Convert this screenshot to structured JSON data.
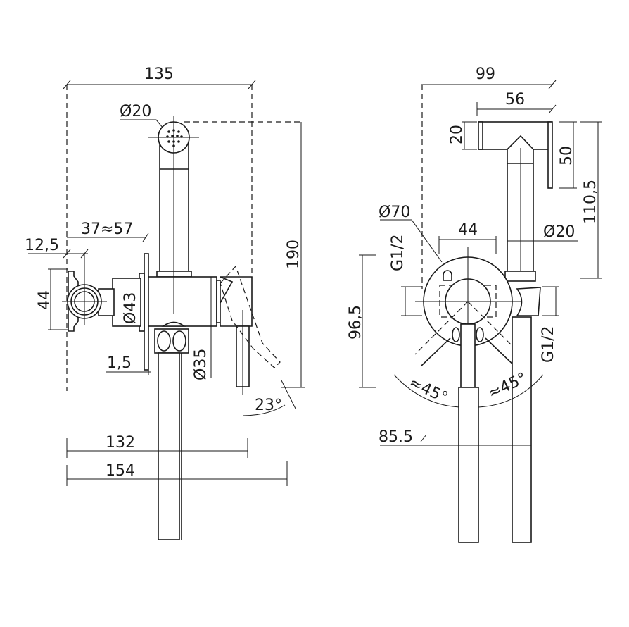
{
  "side_view": {
    "dims": {
      "width_total": "135",
      "head_diameter": "Ø20",
      "body_depth": "37≈57",
      "offset": "12,5",
      "connector_height": "44",
      "body_diameter": "Ø43",
      "plate_thickness": "1,5",
      "collar_diameter": "Ø35",
      "height": "190",
      "lever_angle": "23°",
      "depth_132": "132",
      "depth_154": "154"
    }
  },
  "front_view": {
    "dims": {
      "width_total": "99",
      "head_length": "56",
      "head_height": "20",
      "holder_height": "50",
      "height_top": "110,5",
      "plate_diameter": "Ø70",
      "plate_width": "44",
      "tube_diameter": "Ø20",
      "thread_left": "G1/2",
      "thread_right": "G1/2",
      "height_low": "96,5",
      "angle_left": "≈45°",
      "angle_right": "≈45°",
      "offset_bottom": "85.5"
    }
  },
  "colors": {
    "line": "#1a1a1a",
    "background": "#ffffff"
  }
}
